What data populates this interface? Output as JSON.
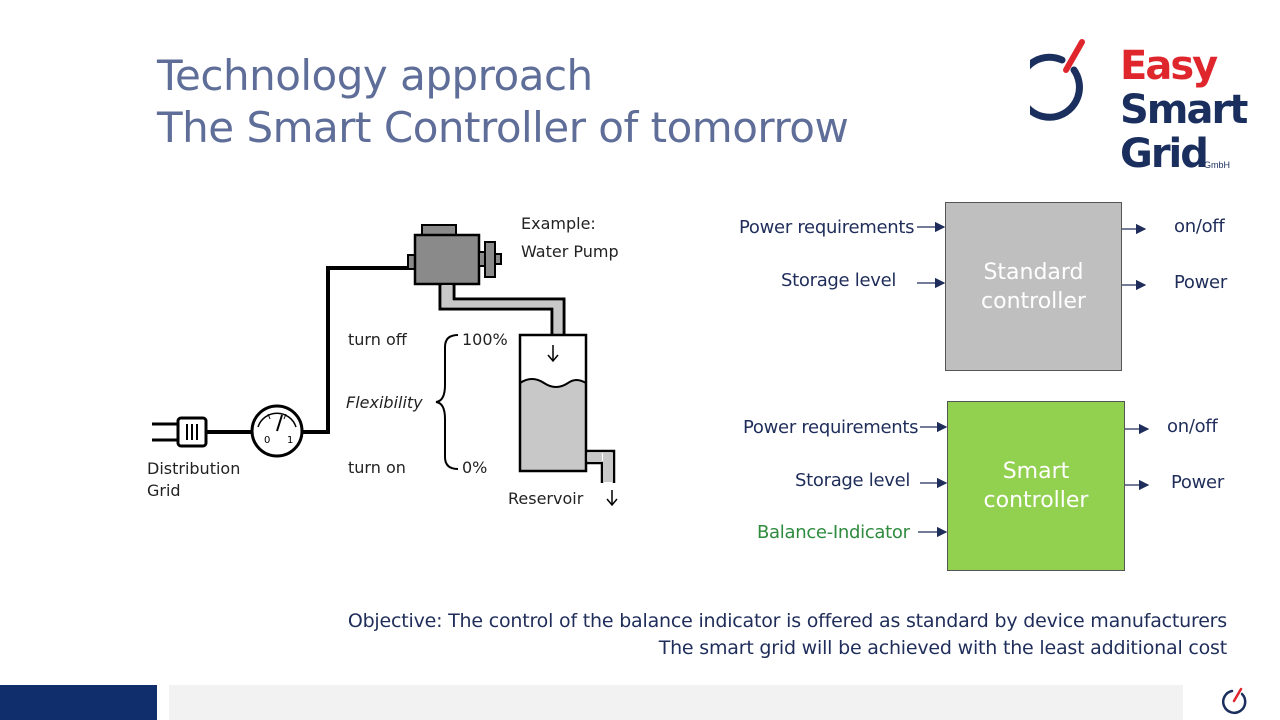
{
  "title": {
    "line1": "Technology approach",
    "line2": "The Smart Controller of tomorrow"
  },
  "logo": {
    "easy": "Easy",
    "smart": "Smart",
    "grid": "Grid",
    "gmbh": "GmbH"
  },
  "pump_diagram": {
    "example_line1": "Example:",
    "example_line2": "Water Pump",
    "turn_off": "turn off",
    "flexibility": "Flexibility",
    "turn_on": "turn on",
    "level_high": "100%",
    "level_low": "0%",
    "distribution_line1": "Distribution",
    "distribution_line2": "Grid",
    "reservoir": "Reservoir",
    "meter_zero": "0",
    "meter_one": "1"
  },
  "standard_controller": {
    "label_line1": "Standard",
    "label_line2": "controller",
    "inputs": [
      "Power requirements",
      "Storage level"
    ],
    "outputs": [
      "on/off",
      "Power"
    ]
  },
  "smart_controller": {
    "label_line1": "Smart",
    "label_line2": "controller",
    "inputs": [
      "Power requirements",
      "Storage level",
      "Balance-Indicator"
    ],
    "outputs": [
      "on/off",
      "Power"
    ]
  },
  "objective": {
    "line1": "Objective: The control of the balance indicator is offered as standard by device manufacturers",
    "line2": "The smart grid will be achieved with the least additional cost"
  },
  "colors": {
    "title": "#5f6d99",
    "navy": "#1f2d5a",
    "brand_red": "#e0262d",
    "standard_box": "#bfbfbf",
    "smart_box": "#92d050",
    "balance_text": "#2e8b3e",
    "footer_blue": "#0f2e6b"
  }
}
